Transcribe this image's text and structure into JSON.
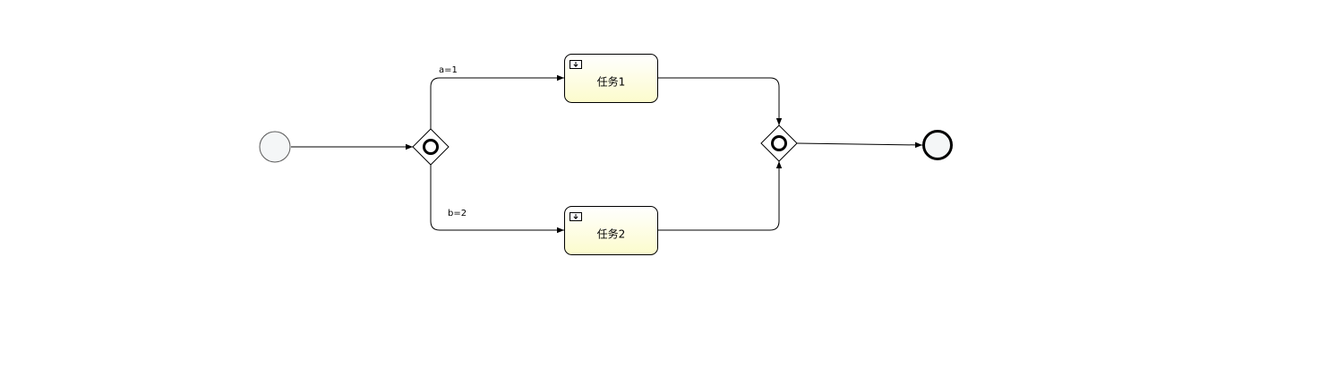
{
  "diagram": {
    "start_event": {
      "icon": "start-event-circle"
    },
    "end_event": {
      "icon": "end-event-circle"
    },
    "split_gateway": {
      "icon": "inclusive-gateway-icon"
    },
    "join_gateway": {
      "icon": "inclusive-gateway-icon"
    },
    "tasks": [
      {
        "label": "任务1",
        "icon": "manual-task-icon"
      },
      {
        "label": "任务2",
        "icon": "manual-task-icon"
      }
    ],
    "flows": [
      {
        "condition": "a=1"
      },
      {
        "condition": "b=2"
      }
    ],
    "colors": {
      "task_fill_top": "#ffffff",
      "task_fill_bottom": "#fcfbcc",
      "stroke": "#000000",
      "event_fill": "#f4f6f7"
    }
  }
}
